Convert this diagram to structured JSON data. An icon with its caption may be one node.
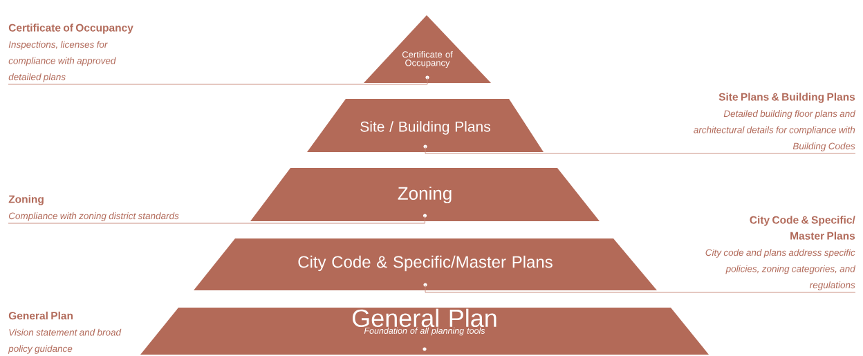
{
  "diagram": {
    "nodes": [
      {
        "text": [
          "Certificate of Occupancy"
        ]
      },
      {
        "text": [
          "Site / Building Plans"
        ]
      },
      {
        "text": [
          "Zoning"
        ]
      },
      {
        "text": [
          "City Code & Specific/Master Plans"
        ]
      },
      {
        "text": [
          "General Plan",
          "Foundation of all planning tools"
        ]
      },
      {
        "text": [
          "Certificate of Occupancy",
          "Inspections, licenses for compliance with approved detailed plans"
        ]
      },
      {
        "text": [
          "Site Plans & Building Plans",
          "Detailed building floor plans and architectural details for compliance with Building Codes"
        ]
      },
      {
        "text": [
          "Zoning",
          "Compliance with zoning district standards"
        ]
      },
      {
        "text": [
          "City Code & Specific/ Master Plans",
          "City code and plans address specific policies, zoning categories, and regulations"
        ]
      },
      {
        "text": [
          "General Plan",
          "Vision statement and broad policy guidance"
        ]
      }
    ],
    "edges": [
      {
        "from": 5,
        "to": 0,
        "arrow": "none"
      },
      {
        "from": 6,
        "to": 1,
        "arrow": "none"
      },
      {
        "from": 7,
        "to": 2,
        "arrow": "none"
      },
      {
        "from": 8,
        "to": 3,
        "arrow": "none"
      }
    ]
  }
}
